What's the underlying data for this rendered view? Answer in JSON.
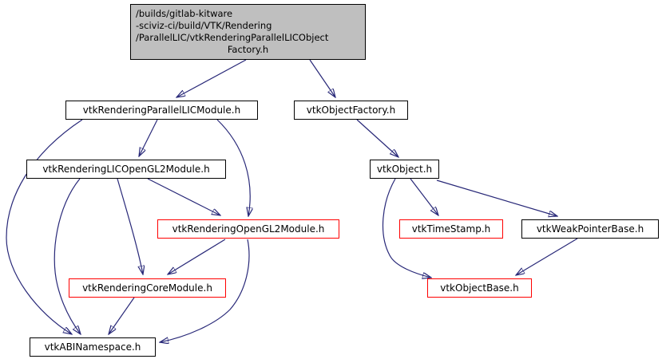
{
  "diagram": {
    "kind": "doxygen-include-dependency-graph",
    "colors": {
      "edge": "#282878",
      "node_border": "#000000",
      "truncated_node_border": "#ff0000",
      "main_node_fill": "#bfbfbf",
      "node_fill": "#ffffff",
      "text": "#000000",
      "background": "#ffffff"
    },
    "main_node": {
      "path_lines": "/builds/gitlab-kitware\n-sciviz-ci/build/VTK/Rendering\n/ParallelLIC/vtkRenderingParallelLICObject",
      "file_line": "Factory.h"
    },
    "nodes": [
      {
        "id": "vtkRenderingParallelLICModule",
        "label": "vtkRenderingParallelLICModule.h",
        "border": "black"
      },
      {
        "id": "vtkObjectFactory",
        "label": "vtkObjectFactory.h",
        "border": "black"
      },
      {
        "id": "vtkRenderingLICOpenGL2Module",
        "label": "vtkRenderingLICOpenGL2Module.h",
        "border": "black"
      },
      {
        "id": "vtkObject",
        "label": "vtkObject.h",
        "border": "black"
      },
      {
        "id": "vtkRenderingOpenGL2Module",
        "label": "vtkRenderingOpenGL2Module.h",
        "border": "red"
      },
      {
        "id": "vtkTimeStamp",
        "label": "vtkTimeStamp.h",
        "border": "red"
      },
      {
        "id": "vtkWeakPointerBase",
        "label": "vtkWeakPointerBase.h",
        "border": "black"
      },
      {
        "id": "vtkRenderingCoreModule",
        "label": "vtkRenderingCoreModule.h",
        "border": "red"
      },
      {
        "id": "vtkObjectBase",
        "label": "vtkObjectBase.h",
        "border": "red"
      },
      {
        "id": "vtkABINamespace",
        "label": "vtkABINamespace.h",
        "border": "black"
      }
    ],
    "edges": [
      {
        "from": "vtkRenderingParallelLICObjectFactory",
        "to": "vtkRenderingParallelLICModule"
      },
      {
        "from": "vtkRenderingParallelLICObjectFactory",
        "to": "vtkObjectFactory"
      },
      {
        "from": "vtkRenderingParallelLICModule",
        "to": "vtkRenderingLICOpenGL2Module"
      },
      {
        "from": "vtkRenderingParallelLICModule",
        "to": "vtkRenderingOpenGL2Module"
      },
      {
        "from": "vtkRenderingParallelLICModule",
        "to": "vtkABINamespace"
      },
      {
        "from": "vtkRenderingLICOpenGL2Module",
        "to": "vtkRenderingOpenGL2Module"
      },
      {
        "from": "vtkRenderingLICOpenGL2Module",
        "to": "vtkRenderingCoreModule"
      },
      {
        "from": "vtkRenderingLICOpenGL2Module",
        "to": "vtkABINamespace"
      },
      {
        "from": "vtkRenderingOpenGL2Module",
        "to": "vtkRenderingCoreModule"
      },
      {
        "from": "vtkRenderingOpenGL2Module",
        "to": "vtkABINamespace"
      },
      {
        "from": "vtkRenderingCoreModule",
        "to": "vtkABINamespace"
      },
      {
        "from": "vtkObjectFactory",
        "to": "vtkObject"
      },
      {
        "from": "vtkObject",
        "to": "vtkTimeStamp"
      },
      {
        "from": "vtkObject",
        "to": "vtkWeakPointerBase"
      },
      {
        "from": "vtkObject",
        "to": "vtkObjectBase"
      },
      {
        "from": "vtkWeakPointerBase",
        "to": "vtkObjectBase"
      }
    ]
  }
}
